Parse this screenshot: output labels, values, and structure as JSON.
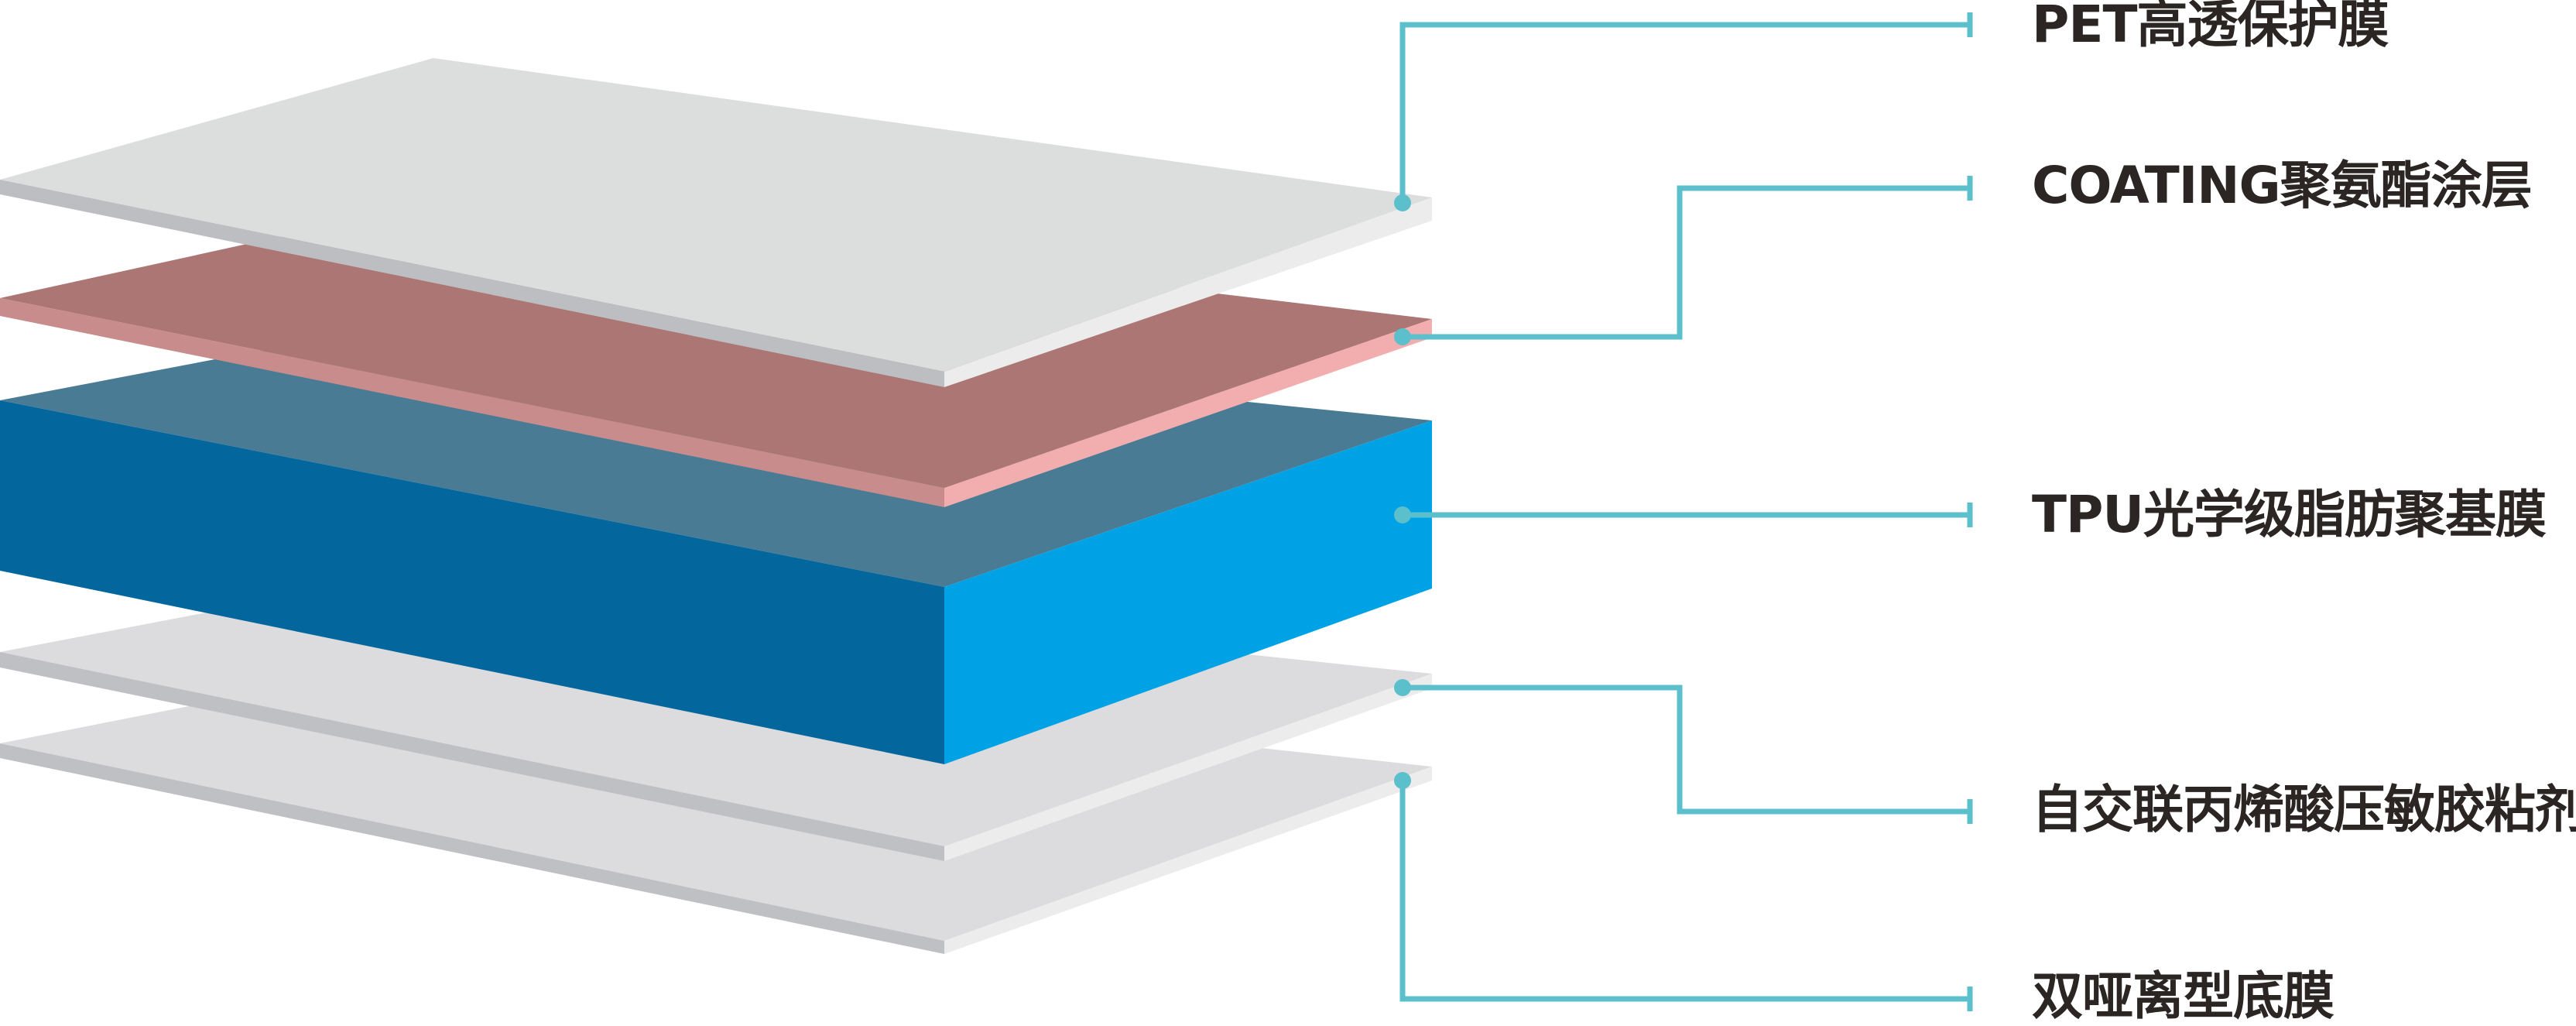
{
  "diagram": {
    "layers": [
      {
        "id": "pet",
        "label": "PET高透保护膜"
      },
      {
        "id": "coating",
        "label": "COATING聚氨酯涂层"
      },
      {
        "id": "tpu",
        "label": "TPU光学级脂肪聚基膜"
      },
      {
        "id": "adhesive",
        "label": "自交联丙烯酸压敏胶粘剂"
      },
      {
        "id": "release",
        "label": "双哑离型底膜"
      }
    ],
    "colors": {
      "callout_line": "#5bbfcc",
      "label_text": "#2b2524",
      "pet_top": "#dcdddd",
      "coating_top": "#ab7674",
      "coating_side": "#f2aeae",
      "tpu_top": "#4a7b94",
      "tpu_front": "#03679e",
      "tpu_side": "#00a2e6",
      "film_top": "#dcdcde",
      "film_front": "#bfc0c3",
      "film_side": "#ececec"
    }
  }
}
